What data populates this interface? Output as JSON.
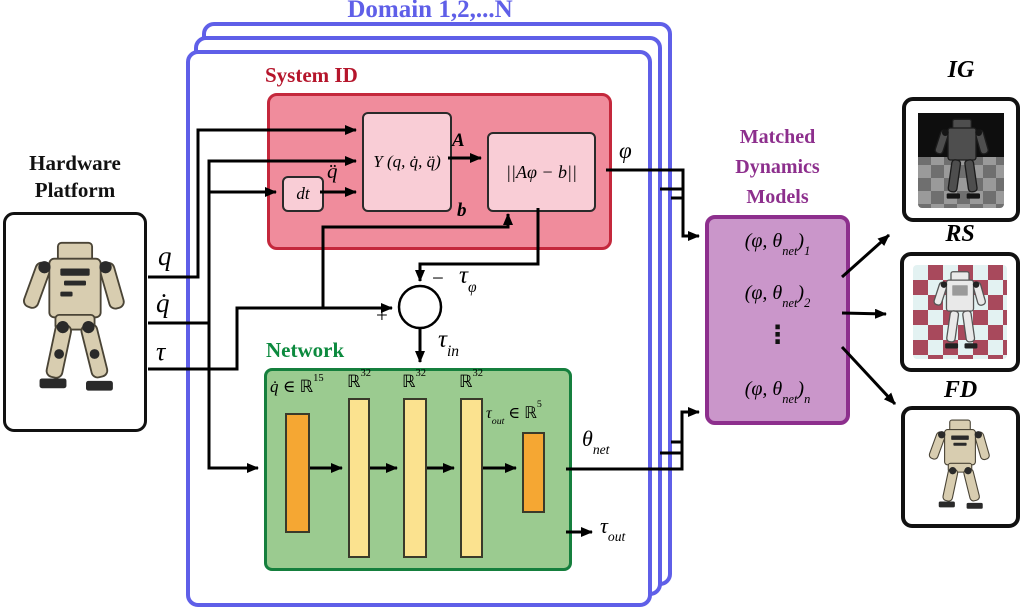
{
  "domain_stack": {
    "title": "Domain 1,2,...N",
    "stacked_frames": 3
  },
  "hardware": {
    "title_line1": "Hardware",
    "title_line2": "Platform"
  },
  "signals": {
    "q": "q",
    "q_dot": "q̇",
    "tau": "τ",
    "q_ddot": "q̈",
    "A": "A",
    "b": "b",
    "phi": "φ",
    "plus": "+",
    "minus": "−",
    "tau_phi": {
      "base": "τ",
      "sub": "φ"
    },
    "tau_in": {
      "base": "τ",
      "sub": "in"
    },
    "tau_out": {
      "base": "τ",
      "sub": "out"
    },
    "theta_net": {
      "base": "θ",
      "sub": "net"
    }
  },
  "system_id": {
    "label": "System ID",
    "regressor_block": "Y (q, q̇, q̈)",
    "dt_block": "dt",
    "residual_block": "||Aφ − b||"
  },
  "network": {
    "label": "Network",
    "input_layer": {
      "pre": "q̇ ∈ ",
      "set": "ℝ",
      "dim": "15"
    },
    "hidden_layers": [
      {
        "set": "ℝ",
        "dim": "32"
      },
      {
        "set": "ℝ",
        "dim": "32"
      },
      {
        "set": "ℝ",
        "dim": "32"
      }
    ],
    "output_layer": {
      "base": "τ",
      "sub": "out",
      "mid": " ∈ ",
      "set": "ℝ",
      "dim": "5"
    }
  },
  "matched_models": {
    "label_line1": "Matched",
    "label_line2": "Dynamics",
    "label_line3": "Models",
    "entry_pre": "(φ, θ",
    "entry_sub": "net",
    "entry_close": ")",
    "entries": [
      {
        "index": "1"
      },
      {
        "index": "2"
      },
      {
        "index": "n"
      }
    ],
    "ellipsis": "⋮"
  },
  "simulators": [
    {
      "label": "IG"
    },
    {
      "label": "RS"
    },
    {
      "label": "FD"
    }
  ],
  "colors": {
    "domain_blue": "#5f5fe8",
    "system_id_fill": "#f08c9c",
    "system_id_border": "#c4283c",
    "system_id_label": "#b5152b",
    "inner_block_fill": "#f9cdd6",
    "network_fill": "#9bcb90",
    "network_border": "#157f3d",
    "network_label": "#0c8a3e",
    "bar_orange": "#f5a733",
    "bar_yellow": "#fbe28f",
    "matched_fill": "#ca96ca",
    "matched_border": "#8d2f8d",
    "wire": "#000000"
  }
}
